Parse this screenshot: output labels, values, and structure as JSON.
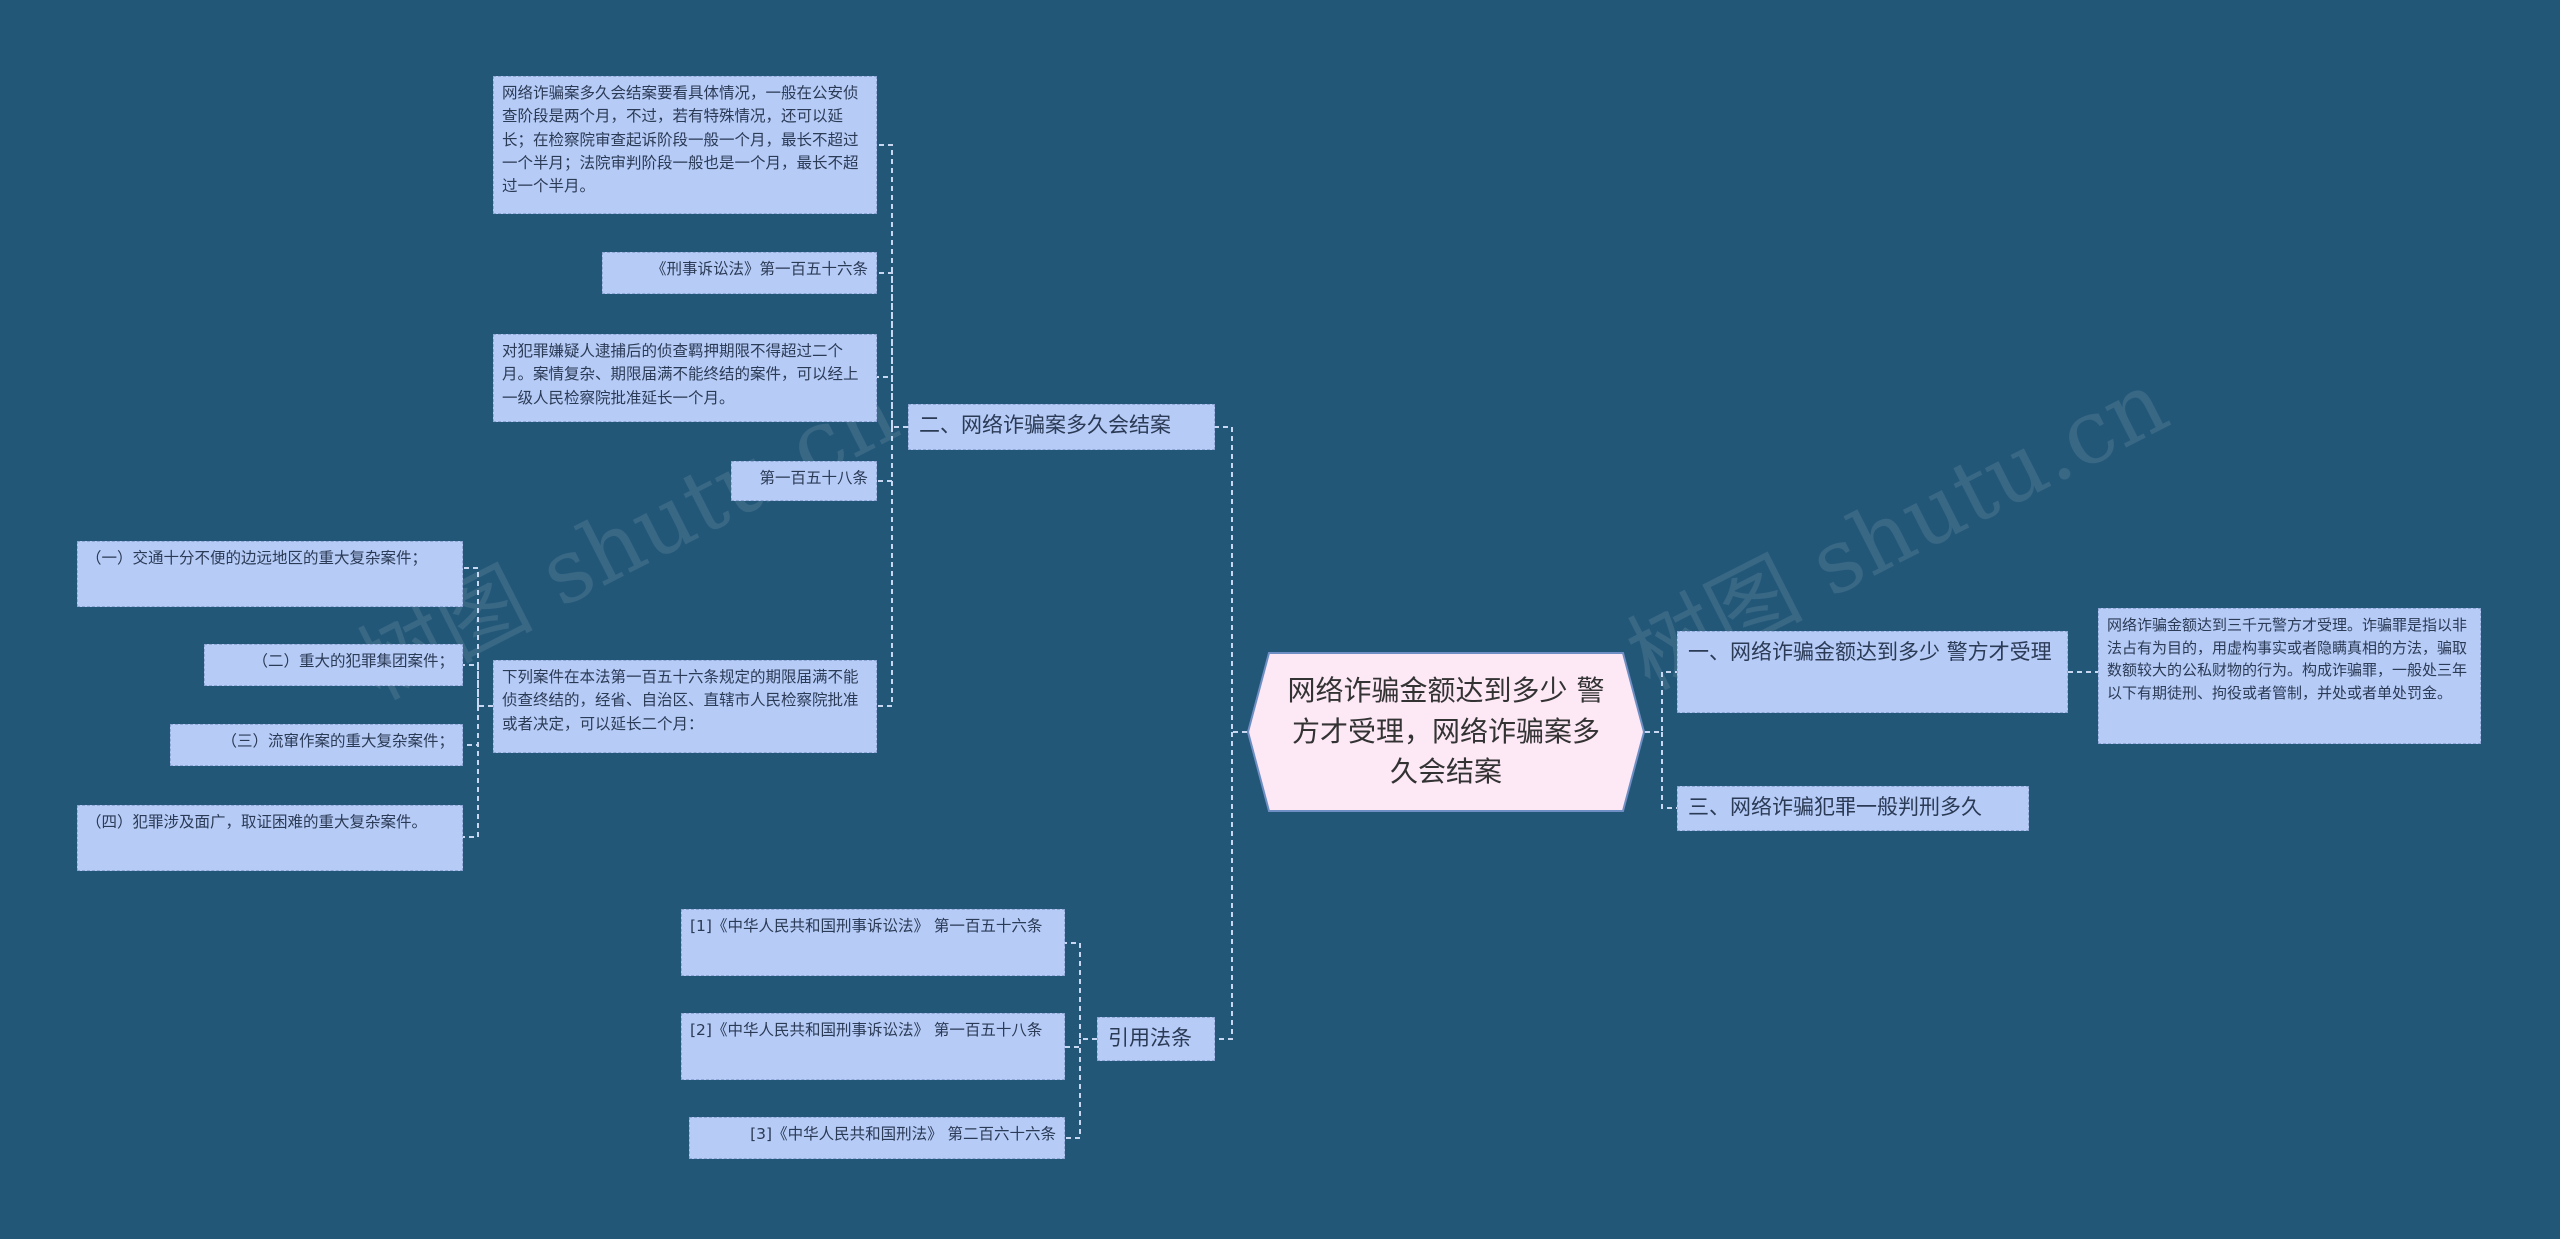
{
  "central": "网络诈骗金额达到多少 警方才受理，网络诈骗案多久会结案",
  "watermarks": [
    "树图 shutu.cn",
    "树图 shutu.cn"
  ],
  "branches": {
    "b1": "一、网络诈骗金额达到多少 警方才受理",
    "b2": "二、网络诈骗案多久会结案",
    "b3": "三、网络诈骗犯罪一般判刑多久",
    "b4": "引用法条"
  },
  "leaves": {
    "b1_l1": "网络诈骗金额达到三千元警方才受理。诈骗罪是指以非法占有为目的，用虚构事实或者隐瞒真相的方法，骗取数额较大的公私财物的行为。构成诈骗罪，一般处三年以下有期徒刑、拘役或者管制，并处或者单处罚金。",
    "b2_l1": "网络诈骗案多久会结案要看具体情况，一般在公安侦查阶段是两个月，不过，若有特殊情况，还可以延长；在检察院审查起诉阶段一般一个月，最长不超过一个半月；法院审判阶段一般也是一个月，最长不超过一个半月。",
    "b2_l2": "《刑事诉讼法》第一百五十六条",
    "b2_l3": "对犯罪嫌疑人逮捕后的侦查羁押期限不得超过二个月。案情复杂、期限届满不能终结的案件，可以经上一级人民检察院批准延长一个月。",
    "b2_l4": "第一百五十八条",
    "b2_l5": "下列案件在本法第一百五十六条规定的期限届满不能侦查终结的，经省、自治区、直辖市人民检察院批准或者决定，可以延长二个月：",
    "b2_l5_c1": "（一）交通十分不便的边远地区的重大复杂案件；",
    "b2_l5_c2": "（二）重大的犯罪集团案件；",
    "b2_l5_c3": "（三）流窜作案的重大复杂案件；",
    "b2_l5_c4": "（四）犯罪涉及面广，取证困难的重大复杂案件。",
    "b4_l1": "[1]《中华人民共和国刑事诉讼法》 第一百五十六条",
    "b4_l2": "[2]《中华人民共和国刑事诉讼法》 第一百五十八条",
    "b4_l3": "[3]《中华人民共和国刑法》 第二百六十六条"
  },
  "colors": {
    "background": "#235778",
    "node_fill": "#b6ccf7",
    "node_border": "#8fa7d6",
    "central_fill": "#fde8f6",
    "central_border": "#6f8fc4",
    "connector": "#c9d8f2"
  }
}
